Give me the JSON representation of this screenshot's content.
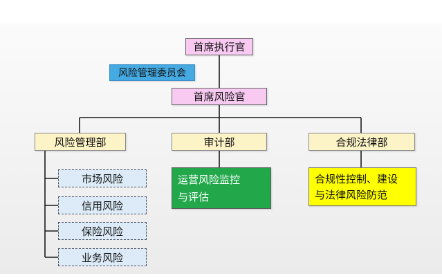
{
  "nodes": {
    "ceo": {
      "label": "首席执行官"
    },
    "committee": {
      "label": "风险管理委员会"
    },
    "cro": {
      "label": "首席风险官"
    },
    "departments": [
      {
        "label": "风险管理部"
      },
      {
        "label": "审计部"
      },
      {
        "label": "合规法律部"
      }
    ],
    "risk_types": [
      {
        "label": "市场风险"
      },
      {
        "label": "信用风险"
      },
      {
        "label": "保险风险"
      },
      {
        "label": "业务风险"
      }
    ],
    "audit_function": {
      "lines": [
        "运营风险监控",
        "与评估"
      ]
    },
    "compliance_function": {
      "lines": [
        "合规性控制、建设",
        "与法律风险防范"
      ]
    }
  },
  "colors": {
    "executive_fill": "#f8c9f1",
    "committee_fill": "#45a9e2",
    "department_fill": "#fcf3c6",
    "risk_type_fill": "#dcebf7",
    "audit_function_fill": "#22a84b",
    "compliance_function_fill": "#ffff00",
    "connector": "#1a1a1a"
  }
}
